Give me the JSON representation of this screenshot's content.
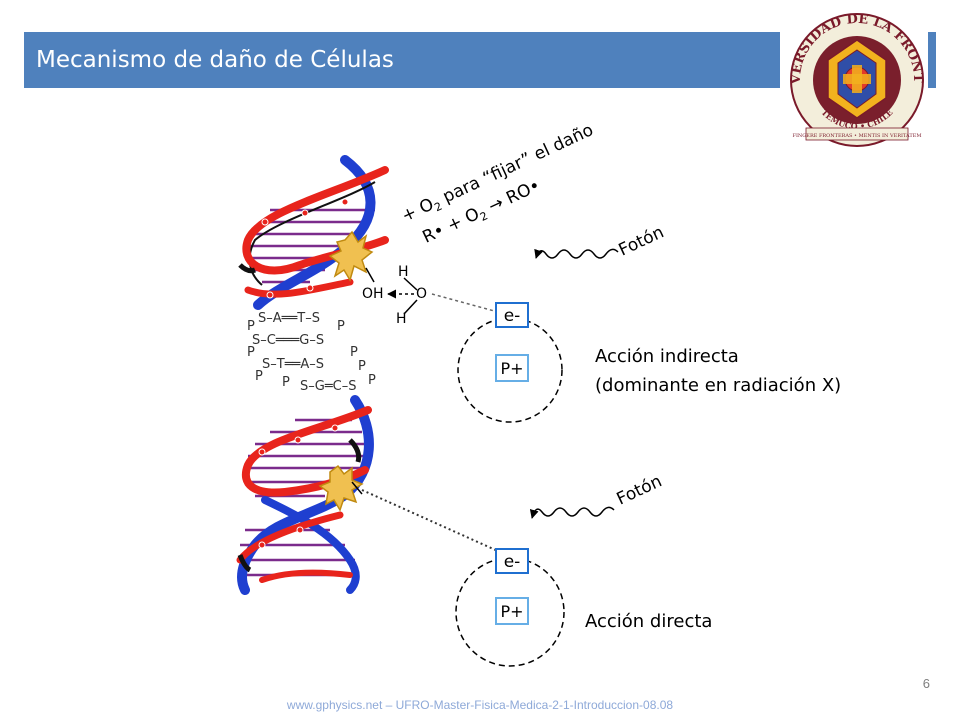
{
  "title": "Mecanismo de daño de Células",
  "logo": {
    "top_text": "UNIVERSIDAD DE LA FRONTERA",
    "city_text": "TEMUCO • CHILE",
    "motto_text": "FINGERE FRONTERAS • MENTIS IN VERITATEM"
  },
  "annotations": {
    "oxygen_line1_prefix": "+ O",
    "oxygen_line1_sub": "2",
    "oxygen_line1_suffix": " para “fijar” el daño",
    "oxygen_line2_prefix": "R• + O",
    "oxygen_line2_sub": "2",
    "oxygen_line2_suffix": " → RO•",
    "photon_top": "Fotón",
    "photon_bottom": "Fotón",
    "indirect_line1": "Acción indirecta",
    "indirect_line2": "(dominante en radiación X)",
    "direct": "Acción directa"
  },
  "molecule": {
    "h_top": "H",
    "o": "O",
    "h_bottom": "H",
    "oh": "OH"
  },
  "atom": {
    "electron": "e-",
    "proton": "P+"
  },
  "base_pairs": {
    "row1": "S–A══T–S",
    "row2": "S–C═══G–S",
    "row3": "S–T══A–S",
    "row4": "S–G═C–S",
    "p": "P"
  },
  "page_number": "6",
  "footer": "www.gphysics.net – UFRO-Master-Fisica-Medica-2-1-Introduccion-08.08",
  "colors": {
    "accent": "#4f81bd",
    "helix_red": "#e8241c",
    "helix_blue": "#1f3fd0",
    "rungs": "#7b2b8c",
    "damage": "#f0c050",
    "electron_box": "#1f6fd0"
  }
}
